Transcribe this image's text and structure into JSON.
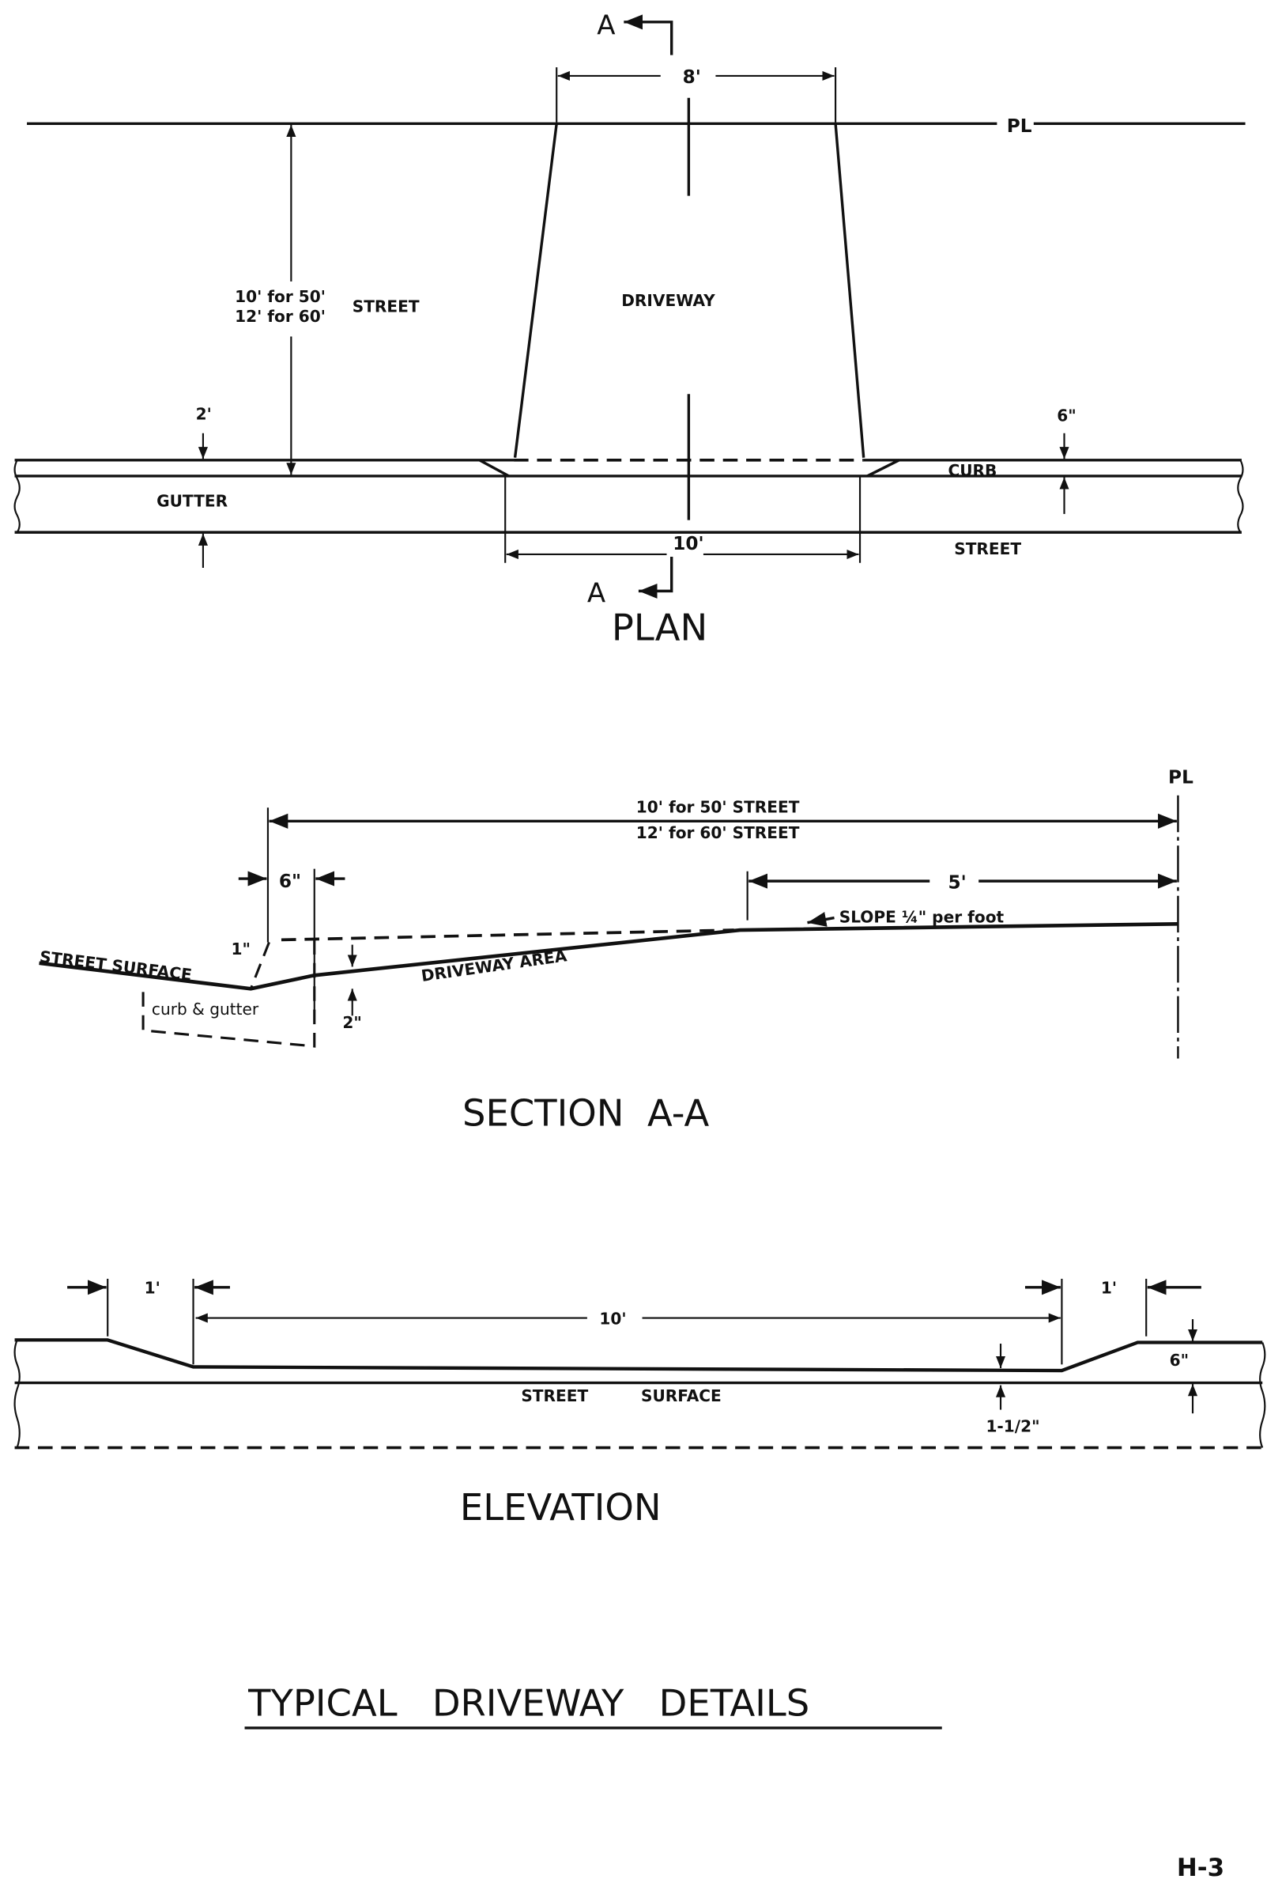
{
  "plan": {
    "section_marker_top": "A",
    "section_marker_bottom": "A",
    "width_at_property_line": "8'",
    "property_line_label": "PL",
    "setback_line1": "10' for 50'",
    "setback_line2": "12' for 60'",
    "setback_street": "STREET",
    "driveway_label": "DRIVEWAY",
    "gutter_width": "2'",
    "curb_height": "6\"",
    "curb_label": "CURB",
    "gutter_label": "GUTTER",
    "street_label": "STREET",
    "width_at_curb": "10'",
    "title": "PLAN"
  },
  "section": {
    "property_line_label": "PL",
    "distance_line1": "10' for 50' STREET",
    "distance_line2": "12' for 60' STREET",
    "curb_width": "6\"",
    "flat_length": "5'",
    "slope_label": "SLOPE ¼\" per foot",
    "street_surface_label": "STREET SURFACE",
    "driveway_area_label": "DRIVEWAY AREA",
    "curb_gutter_label": "curb & gutter",
    "lip_label": "1\"",
    "depth_label": "2\"",
    "title": "SECTION  A-A"
  },
  "elevation": {
    "left_transition": "1'",
    "width": "10'",
    "right_transition": "1'",
    "curb_height": "6\"",
    "lip_height": "1-1/2\"",
    "street_label_1": "STREET",
    "street_label_2": "SURFACE",
    "title": "ELEVATION"
  },
  "sheet": {
    "title": "TYPICAL   DRIVEWAY   DETAILS",
    "page_number": "H-3"
  }
}
